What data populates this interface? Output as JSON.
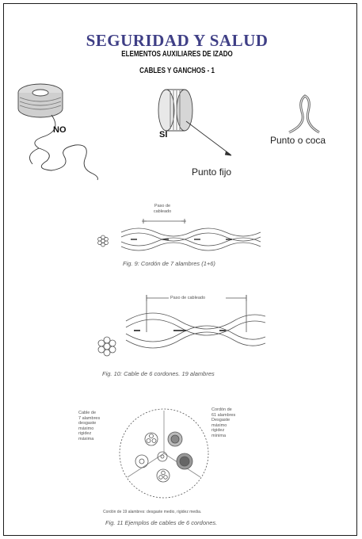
{
  "header": {
    "title": "SEGURIDAD Y SALUD",
    "subtitle": "ELEMENTOS AUXILIARES DE IZADO",
    "section": "CABLES Y GANCHOS - 1"
  },
  "spool_figures": {
    "no_label": "NO",
    "si_label": "SI",
    "fixed_point_label": "Punto fijo",
    "kink_label": "Punto o coca"
  },
  "figure9": {
    "pitch_label": "Paso de\ncableado",
    "caption": "Fig. 9: Cordón de 7 alambres (1+6)"
  },
  "figure10": {
    "pitch_label": "Paso de cableado",
    "caption": "Fig. 10: Cable de 6 cordones. 19 alambres"
  },
  "figure11": {
    "left_note": "Cable de\n7 alambres\ndesgaste\nmáximo\nrigidez\nmáxima",
    "right_note": "Cordón de\n61 alambres\nDesgaste\nmáximo\nrigidez\nmínima",
    "bottom_note": "Cordón de 19 alambres: desgaste medio, rigidez media.",
    "caption": "Fig. 11 Ejemplos de cables de 6 cordones."
  }
}
